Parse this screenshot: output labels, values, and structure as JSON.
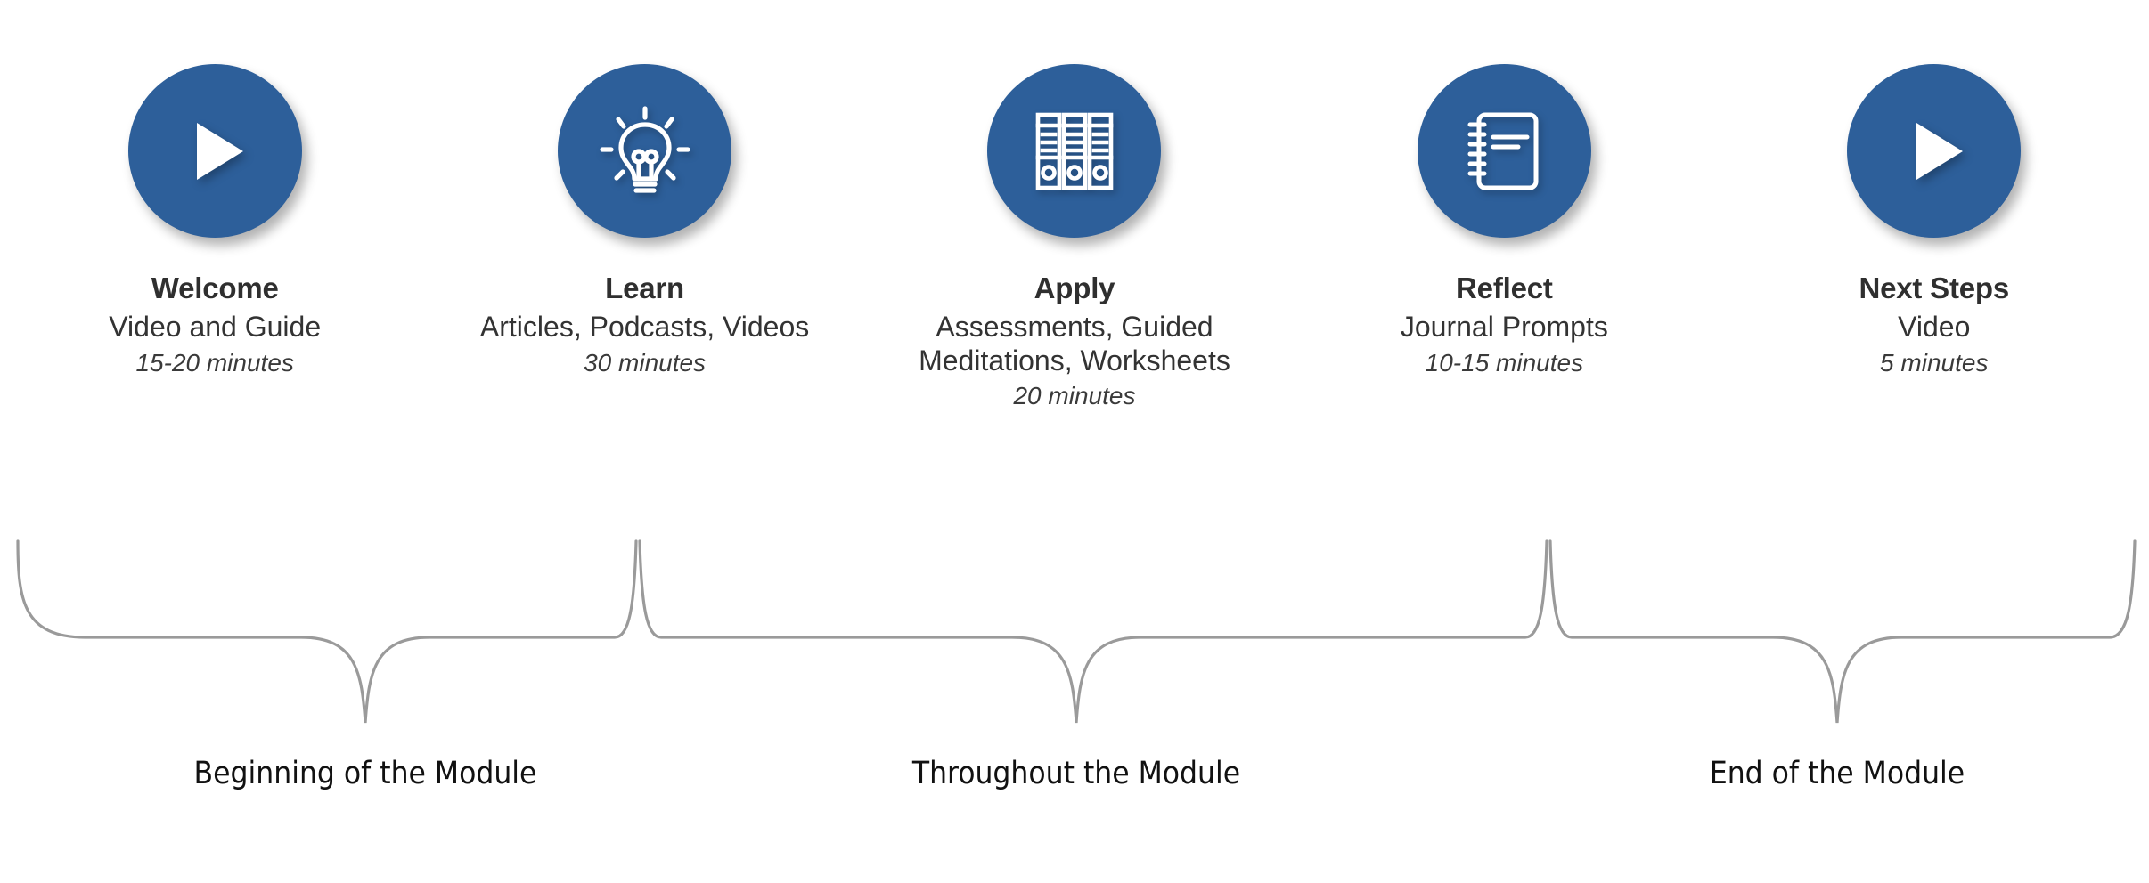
{
  "theme": {
    "accent_blue": "#2d5f9a",
    "text_dark": "#2f2f2f",
    "brace_gray": "#9a9a9a",
    "background": "#ffffff"
  },
  "steps": [
    {
      "icon": "play-icon",
      "title": "Welcome",
      "description": "Video and Guide",
      "duration": "15-20 minutes"
    },
    {
      "icon": "lightbulb-icon",
      "title": "Learn",
      "description": "Articles, Podcasts, Videos",
      "duration": "30 minutes"
    },
    {
      "icon": "binders-icon",
      "title": "Apply",
      "description": "Assessments, Guided Meditations, Worksheets",
      "duration": "20 minutes"
    },
    {
      "icon": "notebook-icon",
      "title": "Reflect",
      "description": "Journal Prompts",
      "duration": "10-15 minutes"
    },
    {
      "icon": "play-icon",
      "title": "Next Steps",
      "description": "Video",
      "duration": "5 minutes"
    }
  ],
  "phases": [
    {
      "label": "Beginning of the Module"
    },
    {
      "label": "Throughout the Module"
    },
    {
      "label": "End of the Module"
    }
  ]
}
